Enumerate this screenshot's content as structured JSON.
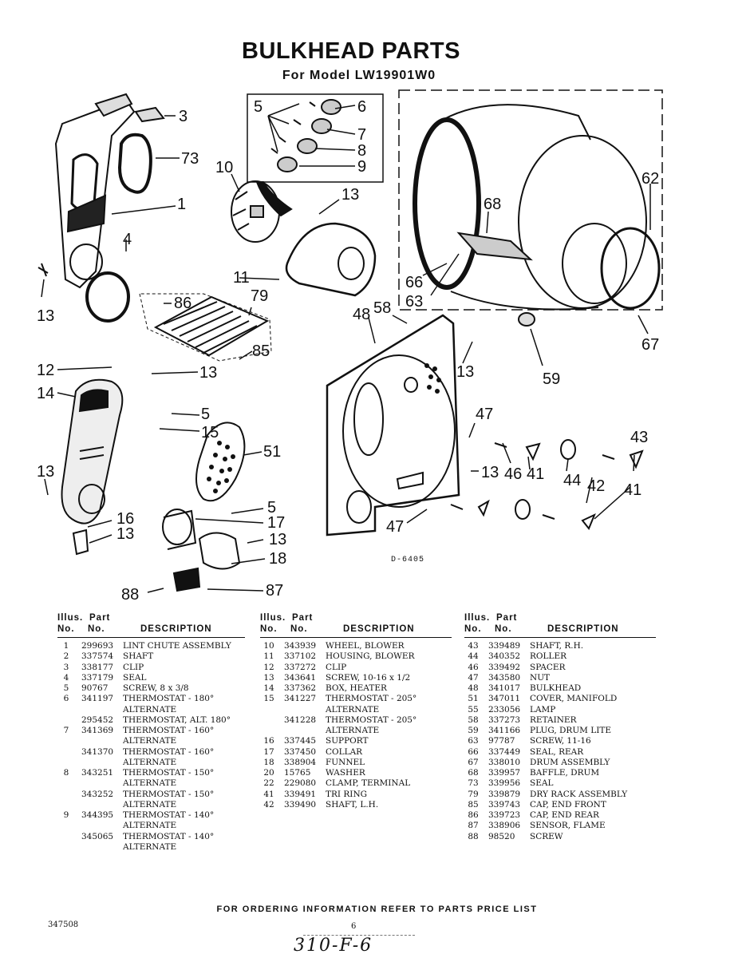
{
  "page": {
    "title": "BULKHEAD PARTS",
    "subtitle": "For Model LW19901W0",
    "drawing_code": "D-6405",
    "footer": "FOR ORDERING INFORMATION REFER TO PARTS PRICE LIST",
    "doc_number": "347508",
    "page_number": "6",
    "handwritten_note": "310-F-6"
  },
  "callouts": {
    "c3": "3",
    "c73": "73",
    "c1": "1",
    "c4": "4",
    "c13a": "13",
    "c86": "86",
    "c79": "79",
    "c85": "85",
    "c12": "12",
    "c13b": "13",
    "c14": "14",
    "c5a": "5",
    "c15": "15",
    "c51": "51",
    "c13c": "13",
    "c5b": "5",
    "c17": "17",
    "c16": "16",
    "c13d": "13",
    "c13e": "13",
    "c18": "18",
    "c88": "88",
    "c87": "87",
    "c5c": "5",
    "c6": "6",
    "c7": "7",
    "c8": "8",
    "c9": "9",
    "c10": "10",
    "c13f": "13",
    "c11": "11",
    "c68": "68",
    "c62": "62",
    "c66": "66",
    "c63": "63",
    "c67": "67",
    "c48": "48",
    "c58": "58",
    "c13g": "13",
    "c59": "59",
    "c47a": "47",
    "c13h": "13",
    "c46": "46",
    "c41a": "41",
    "c44": "44",
    "c42": "42",
    "c43": "43",
    "c41b": "41",
    "c47b": "47"
  },
  "table": {
    "header_line1_a": "Illus.",
    "header_line1_b": "Part",
    "header_no": "No.",
    "header_part_no": "No.",
    "header_desc": "DESCRIPTION",
    "col1": [
      {
        "illus": "1",
        "part": "299693",
        "desc": "LINT CHUTE ASSEMBLY"
      },
      {
        "illus": "2",
        "part": "337574",
        "desc": "SHAFT"
      },
      {
        "illus": "3",
        "part": "338177",
        "desc": "CLIP"
      },
      {
        "illus": "4",
        "part": "337179",
        "desc": "SEAL"
      },
      {
        "illus": "5",
        "part": "90767",
        "desc": "SCREW, 8 x 3/8"
      },
      {
        "illus": "6",
        "part": "341197",
        "desc": "THERMOSTAT - 180°"
      },
      {
        "illus": "",
        "part": "",
        "desc": "ALTERNATE"
      },
      {
        "illus": "",
        "part": "295452",
        "desc": "THERMOSTAT, ALT. 180°"
      },
      {
        "illus": "7",
        "part": "341369",
        "desc": "THERMOSTAT - 160°"
      },
      {
        "illus": "",
        "part": "",
        "desc": "ALTERNATE"
      },
      {
        "illus": "",
        "part": "341370",
        "desc": "THERMOSTAT - 160°"
      },
      {
        "illus": "",
        "part": "",
        "desc": "ALTERNATE"
      },
      {
        "illus": "8",
        "part": "343251",
        "desc": "THERMOSTAT - 150°"
      },
      {
        "illus": "",
        "part": "",
        "desc": "ALTERNATE"
      },
      {
        "illus": "",
        "part": "343252",
        "desc": "THERMOSTAT - 150°"
      },
      {
        "illus": "",
        "part": "",
        "desc": "ALTERNATE"
      },
      {
        "illus": "9",
        "part": "344395",
        "desc": "THERMOSTAT - 140°"
      },
      {
        "illus": "",
        "part": "",
        "desc": "ALTERNATE"
      },
      {
        "illus": "",
        "part": "345065",
        "desc": "THERMOSTAT - 140°"
      },
      {
        "illus": "",
        "part": "",
        "desc": "ALTERNATE"
      }
    ],
    "col2": [
      {
        "illus": "10",
        "part": "343939",
        "desc": "WHEEL, BLOWER"
      },
      {
        "illus": "11",
        "part": "337102",
        "desc": "HOUSING, BLOWER"
      },
      {
        "illus": "12",
        "part": "337272",
        "desc": "CLIP"
      },
      {
        "illus": "13",
        "part": "343641",
        "desc": "SCREW, 10-16 x 1/2"
      },
      {
        "illus": "14",
        "part": "337362",
        "desc": "BOX, HEATER"
      },
      {
        "illus": "15",
        "part": "341227",
        "desc": "THERMOSTAT - 205°"
      },
      {
        "illus": "",
        "part": "",
        "desc": "ALTERNATE"
      },
      {
        "illus": "",
        "part": "341228",
        "desc": "THERMOSTAT - 205°"
      },
      {
        "illus": "",
        "part": "",
        "desc": "ALTERNATE"
      },
      {
        "illus": "16",
        "part": "337445",
        "desc": "SUPPORT"
      },
      {
        "illus": "17",
        "part": "337450",
        "desc": "COLLAR"
      },
      {
        "illus": "18",
        "part": "338904",
        "desc": "FUNNEL"
      },
      {
        "illus": "20",
        "part": "15765",
        "desc": "WASHER"
      },
      {
        "illus": "22",
        "part": "229080",
        "desc": "CLAMP, TERMINAL"
      },
      {
        "illus": "41",
        "part": "339491",
        "desc": "TRI RING"
      },
      {
        "illus": "42",
        "part": "339490",
        "desc": "SHAFT, L.H."
      }
    ],
    "col3": [
      {
        "illus": "43",
        "part": "339489",
        "desc": "SHAFT, R.H."
      },
      {
        "illus": "44",
        "part": "340352",
        "desc": "ROLLER"
      },
      {
        "illus": "46",
        "part": "339492",
        "desc": "SPACER"
      },
      {
        "illus": "47",
        "part": "343580",
        "desc": "NUT"
      },
      {
        "illus": "48",
        "part": "341017",
        "desc": "BULKHEAD"
      },
      {
        "illus": "51",
        "part": "347011",
        "desc": "COVER, MANIFOLD"
      },
      {
        "illus": "55",
        "part": "233056",
        "desc": "LAMP"
      },
      {
        "illus": "58",
        "part": "337273",
        "desc": "RETAINER"
      },
      {
        "illus": "59",
        "part": "341166",
        "desc": "PLUG, DRUM LITE"
      },
      {
        "illus": "63",
        "part": "97787",
        "desc": "SCREW, 11-16"
      },
      {
        "illus": "66",
        "part": "337449",
        "desc": "SEAL, REAR"
      },
      {
        "illus": "67",
        "part": "338010",
        "desc": "DRUM ASSEMBLY"
      },
      {
        "illus": "68",
        "part": "339957",
        "desc": "BAFFLE, DRUM"
      },
      {
        "illus": "73",
        "part": "339956",
        "desc": "SEAL"
      },
      {
        "illus": "79",
        "part": "339879",
        "desc": "DRY RACK ASSEMBLY"
      },
      {
        "illus": "85",
        "part": "339743",
        "desc": "CAP, END FRONT"
      },
      {
        "illus": "86",
        "part": "339723",
        "desc": "CAP, END REAR"
      },
      {
        "illus": "87",
        "part": "338906",
        "desc": "SENSOR, FLAME"
      },
      {
        "illus": "88",
        "part": "98520",
        "desc": "SCREW"
      }
    ]
  }
}
